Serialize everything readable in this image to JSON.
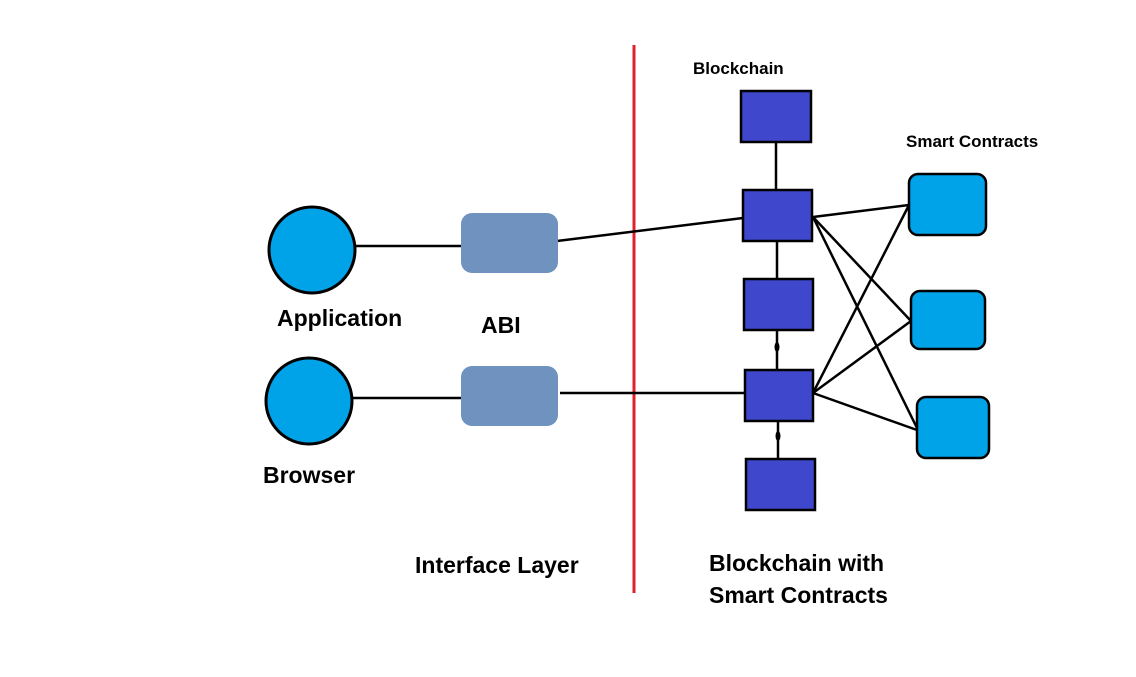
{
  "labels": {
    "application": "Application",
    "browser": "Browser",
    "abi": "ABI",
    "interface_layer": "Interface Layer",
    "blockchain": "Blockchain",
    "smart_contracts": "Smart Contracts",
    "blockchain_with_line1": "Blockchain with",
    "blockchain_with_line2": "Smart Contracts"
  },
  "colors": {
    "client_node": "#00a2e8",
    "abi_box": "#7092be",
    "block": "#3f48cc",
    "contract": "#00a2e8",
    "divider": "#e0202a",
    "line": "#000000"
  }
}
